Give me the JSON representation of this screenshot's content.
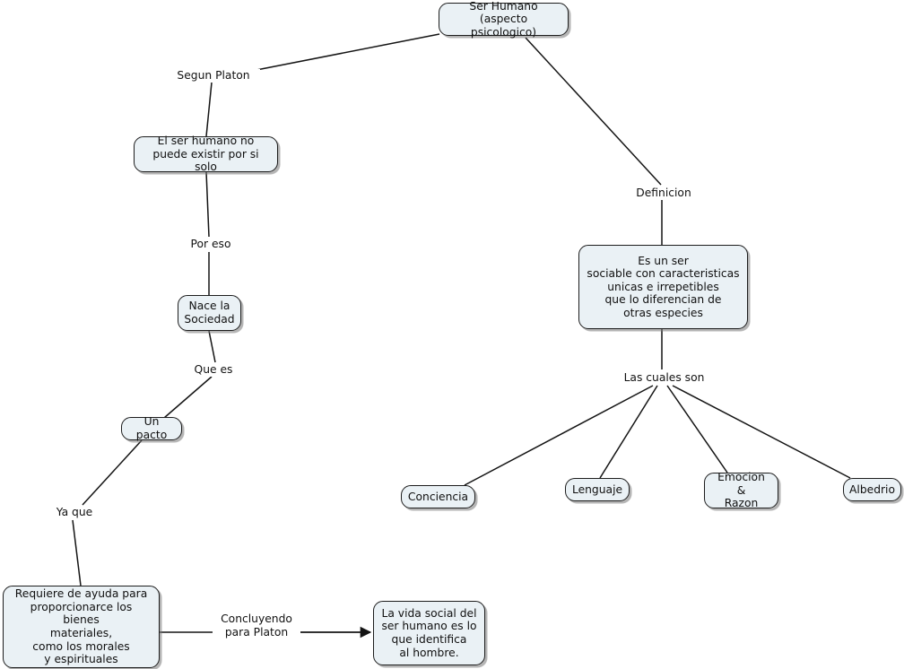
{
  "diagram": {
    "title": "Ser Humano (aspecto psicologico) - mapa conceptual",
    "background_color": "#ffffff",
    "node_fill_color": "#eaf1f5",
    "node_border_color": "#1d1d1d",
    "edge_color": "#141414"
  },
  "nodes": {
    "root": "Ser Humano\n(aspecto psicologico)",
    "no_existir_solo": "El ser humano no\npuede existir por si solo",
    "nace_sociedad": "Nace la\nSociedad",
    "un_pacto": "Un pacto",
    "requiere_ayuda": "Requiere de ayuda para\nproporcionarce los bienes\nmateriales,\ncomo los morales\ny espirituales",
    "vida_social": "La vida social del\nser humano es lo\nque identifica\nal hombre.",
    "definicion_texto": "Es un ser\nsociable con caracteristicas\nunicas e irrepetibles\nque lo diferencian de\notras especies",
    "conciencia": "Conciencia",
    "lenguaje": "Lenguaje",
    "emocion_razon": "Emocion &\nRazon",
    "albedrio": "Albedrio"
  },
  "link_labels": {
    "segun_platon": "Segun Platon",
    "por_eso": "Por eso",
    "que_es": "Que es",
    "ya_que": "Ya que",
    "concluyendo_para_platon": "Concluyendo\npara Platon",
    "definicion": "Definicion",
    "las_cuales_son": "Las cuales son"
  }
}
